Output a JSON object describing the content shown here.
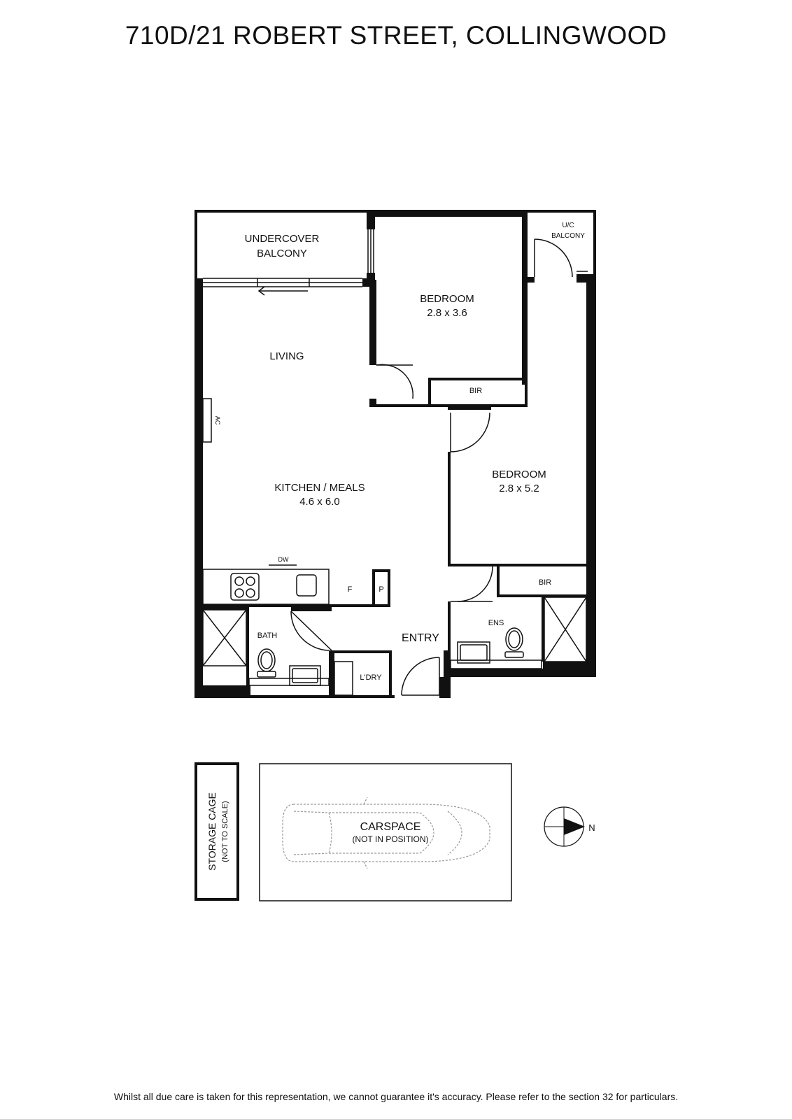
{
  "title": "710D/21 ROBERT STREET, COLLINGWOOD",
  "rooms": {
    "undercover_balcony": [
      "UNDERCOVER",
      "BALCONY"
    ],
    "uc_balcony": [
      "U/C",
      "BALCONY"
    ],
    "bedroom1": {
      "name": "BEDROOM",
      "size": "2.8 x 3.6"
    },
    "bedroom2": {
      "name": "BEDROOM",
      "size": "2.8 x 5.2"
    },
    "living": "LIVING",
    "kitchen": {
      "name": "KITCHEN /  MEALS",
      "size": "4.6 x 6.0"
    },
    "bir1": "BIR",
    "bir2": "BIR",
    "ac": "AC",
    "dw": "DW",
    "fridge": "F",
    "pantry": "P",
    "bath": "BATH",
    "entry": "ENTRY",
    "laundry": "L'DRY",
    "ensuite": "ENS"
  },
  "storage": {
    "name": "STORAGE CAGE",
    "note": "(NOT TO SCALE)"
  },
  "carspace": {
    "name": "CARSPACE",
    "note": "(NOT IN POSITION)"
  },
  "compass": {
    "label": "N"
  },
  "disclaimer": "Whilst all due care is taken for this representation, we cannot guarantee it's accuracy. Please refer to the section 32 for particulars."
}
